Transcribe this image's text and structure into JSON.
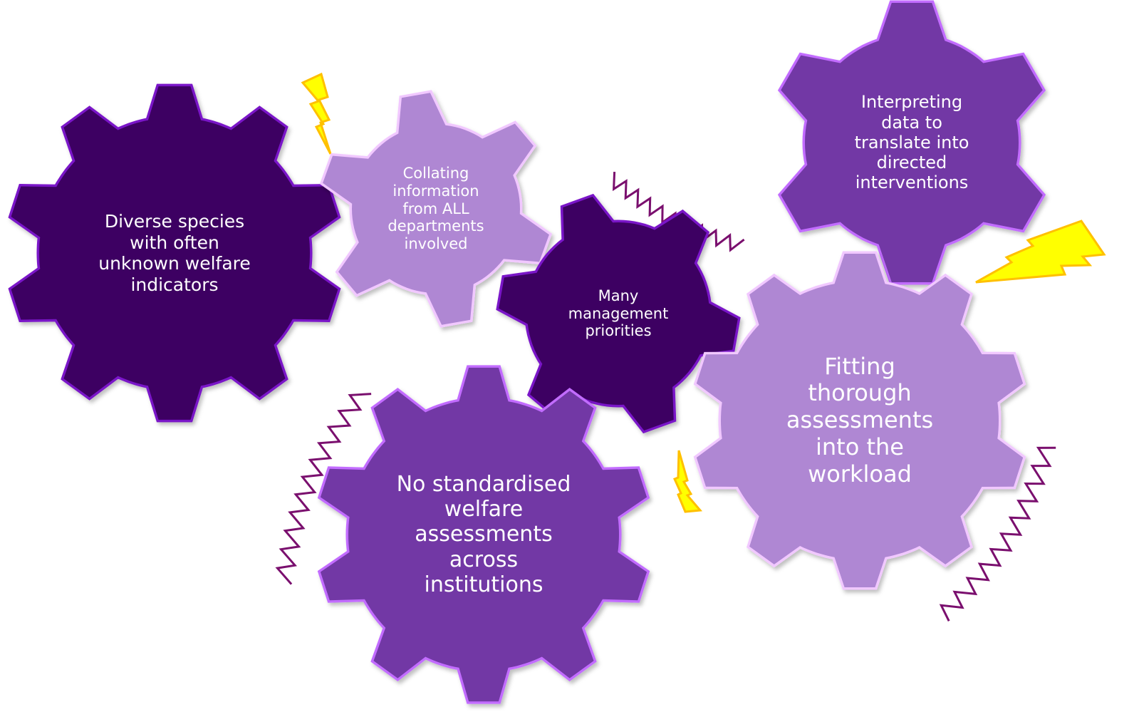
{
  "colors": {
    "dark": {
      "fill": "#3d0262",
      "edge": "#7a12c8",
      "shadow": "#2a0148"
    },
    "medium": {
      "fill": "#7238a5",
      "edge": "#c26cff",
      "shadow": "#5a2a86"
    },
    "light": {
      "fill": "#af87d3",
      "edge": "#f1c8ff",
      "shadow": "#9a72be"
    },
    "bolt_fill": "#ffff00",
    "bolt_edge": "#ffc000",
    "zigzag": "#7a0f6e"
  },
  "gears": [
    {
      "id": "diverse-species",
      "text": "Diverse species\nwith often\nunknown welfare\nindicators",
      "style": "dark"
    },
    {
      "id": "collating-information",
      "text": "Collating\ninformation\nfrom ALL\ndepartments\ninvolved",
      "style": "light"
    },
    {
      "id": "management-priorities",
      "text": "Many\nmanagement\npriorities",
      "style": "dark"
    },
    {
      "id": "interpreting-data",
      "text": "Interpreting\ndata to\ntranslate into\ndirected\ninterventions",
      "style": "medium"
    },
    {
      "id": "fitting-assessments",
      "text": "Fitting\nthorough\nassessments\ninto the\nworkload",
      "style": "light"
    },
    {
      "id": "no-standardised",
      "text": "No standardised\nwelfare\nassessments\nacross\ninstitutions",
      "style": "medium"
    }
  ]
}
